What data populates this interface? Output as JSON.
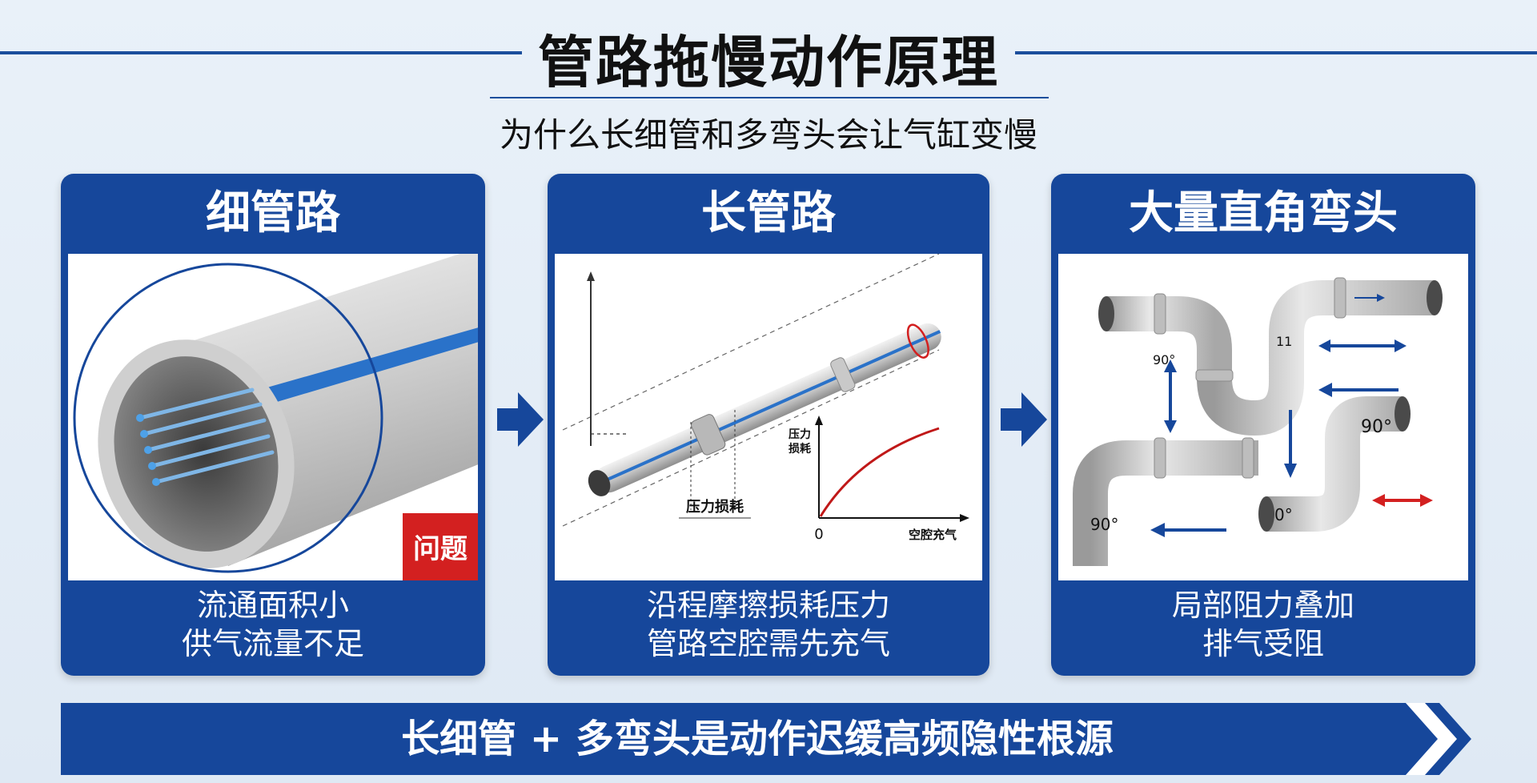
{
  "header": {
    "title": "管路拖慢动作原理",
    "subtitle": "为什么长细管和多弯头会让气缸变慢"
  },
  "panels": [
    {
      "title": "细管路",
      "badge": "问题",
      "desc_lines": [
        "流通面积小",
        "供气流量不足"
      ]
    },
    {
      "title": "长管路",
      "pipe_label": "压力损耗",
      "graph_ylabel": "压力\n损耗",
      "graph_origin": "0",
      "graph_xlabel": "空腔充气",
      "desc_lines": [
        "沿程摩擦损耗压力",
        "管路空腔需先充气"
      ]
    },
    {
      "title": "大量直角弯头",
      "elbow_labels": [
        "90°",
        "11",
        "90°",
        "90°",
        "0°"
      ],
      "desc_lines": [
        "局部阻力叠加",
        "排气受阻"
      ]
    }
  ],
  "footer": {
    "banner": "长细管 + 多弯头是动作迟缓高频隐性根源"
  },
  "colors": {
    "primary": "#16479b",
    "pipe_stripe": "#2a72c9",
    "badge_red": "#d32020",
    "arrow_red": "#d32020"
  },
  "icons": [
    "arrow-right-icon",
    "chevron-right-icon",
    "double-arrow-icon"
  ]
}
